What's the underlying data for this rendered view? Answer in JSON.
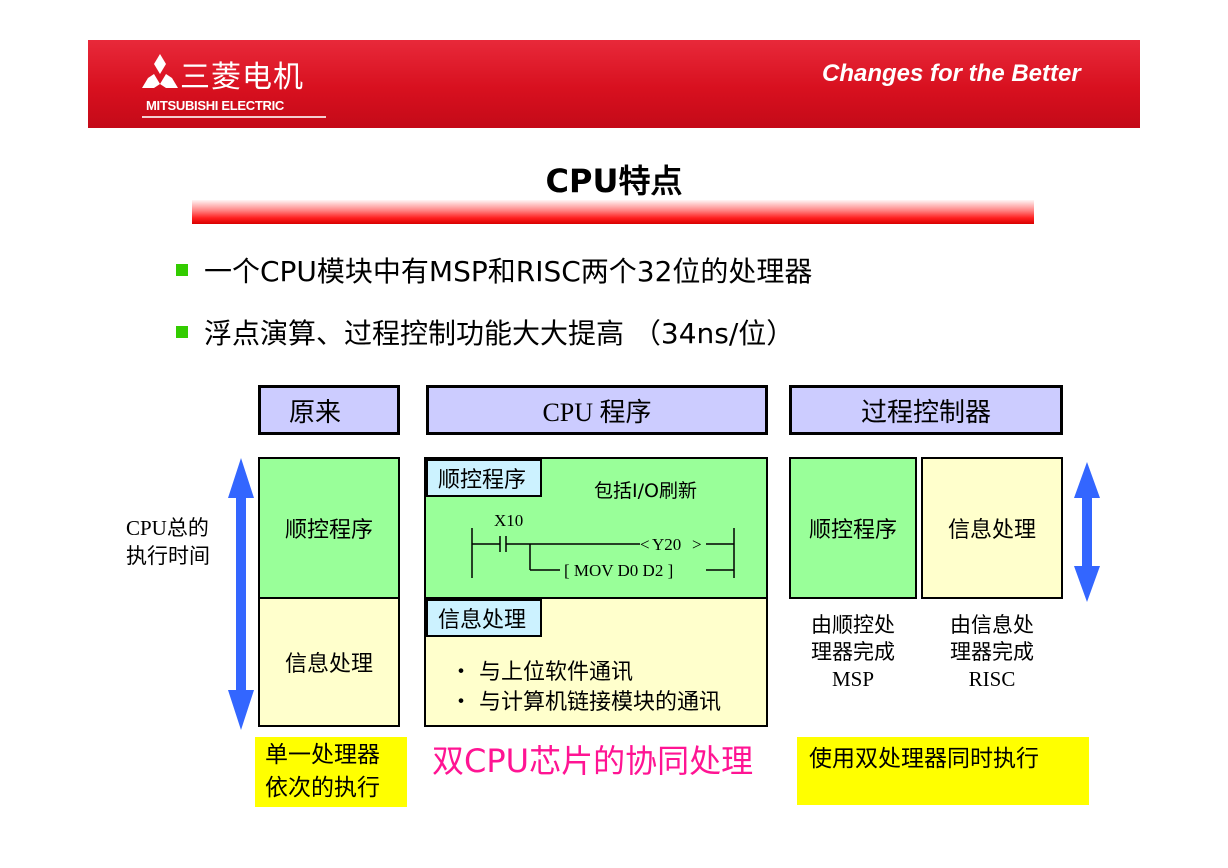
{
  "header": {
    "brand_cn": "三菱电机",
    "brand_en": "MITSUBISHI ELECTRIC",
    "slogan": "Changes for the Better",
    "logo_icon": "three-diamond-logo",
    "banner_color": "#d8101f"
  },
  "title": "CPU特点",
  "bullets": [
    "一个CPU模块中有MSP和RISC两个32位的处理器",
    "浮点演算、过程控制功能大大提高 （34ns/位）"
  ],
  "columns": {
    "original": "原来",
    "cpu_program": "CPU 程序",
    "process_controller": "过程控制器"
  },
  "left": {
    "sequence": "顺控程序",
    "info": "信息处理"
  },
  "middle": {
    "sequence_tag": "顺控程序",
    "refresh_note": "包括I/O刷新",
    "ladder": {
      "contact": "X10",
      "coil": "Y20",
      "instruction": "[ MOV D0  D2 ]"
    },
    "info_tag": "信息处理",
    "info_items": [
      "・ 与上位软件通讯",
      "・ 与计算机链接模块的通讯"
    ]
  },
  "right": {
    "sequence": "顺控程序",
    "info": "信息处理",
    "caption_msp": [
      "由顺控处",
      "理器完成",
      "MSP"
    ],
    "caption_risc": [
      "由信息处",
      "理器完成",
      "RISC"
    ]
  },
  "cpu_time_label": [
    "CPU总的",
    "执行时间"
  ],
  "notes": {
    "left": [
      "单一处理器",
      "依次的执行"
    ],
    "center": "双CPU芯片的协同处理",
    "right": "使用双处理器同时执行"
  },
  "colors": {
    "header_fill": "#ccccff",
    "green": "#99ff99",
    "cream": "#ffffcc",
    "tag_blue": "#ccf2ff",
    "highlight": "#ffff00",
    "accent_pink": "#ff1493",
    "arrow_blue": "#3366ff",
    "bullet_green": "#33cc00"
  }
}
